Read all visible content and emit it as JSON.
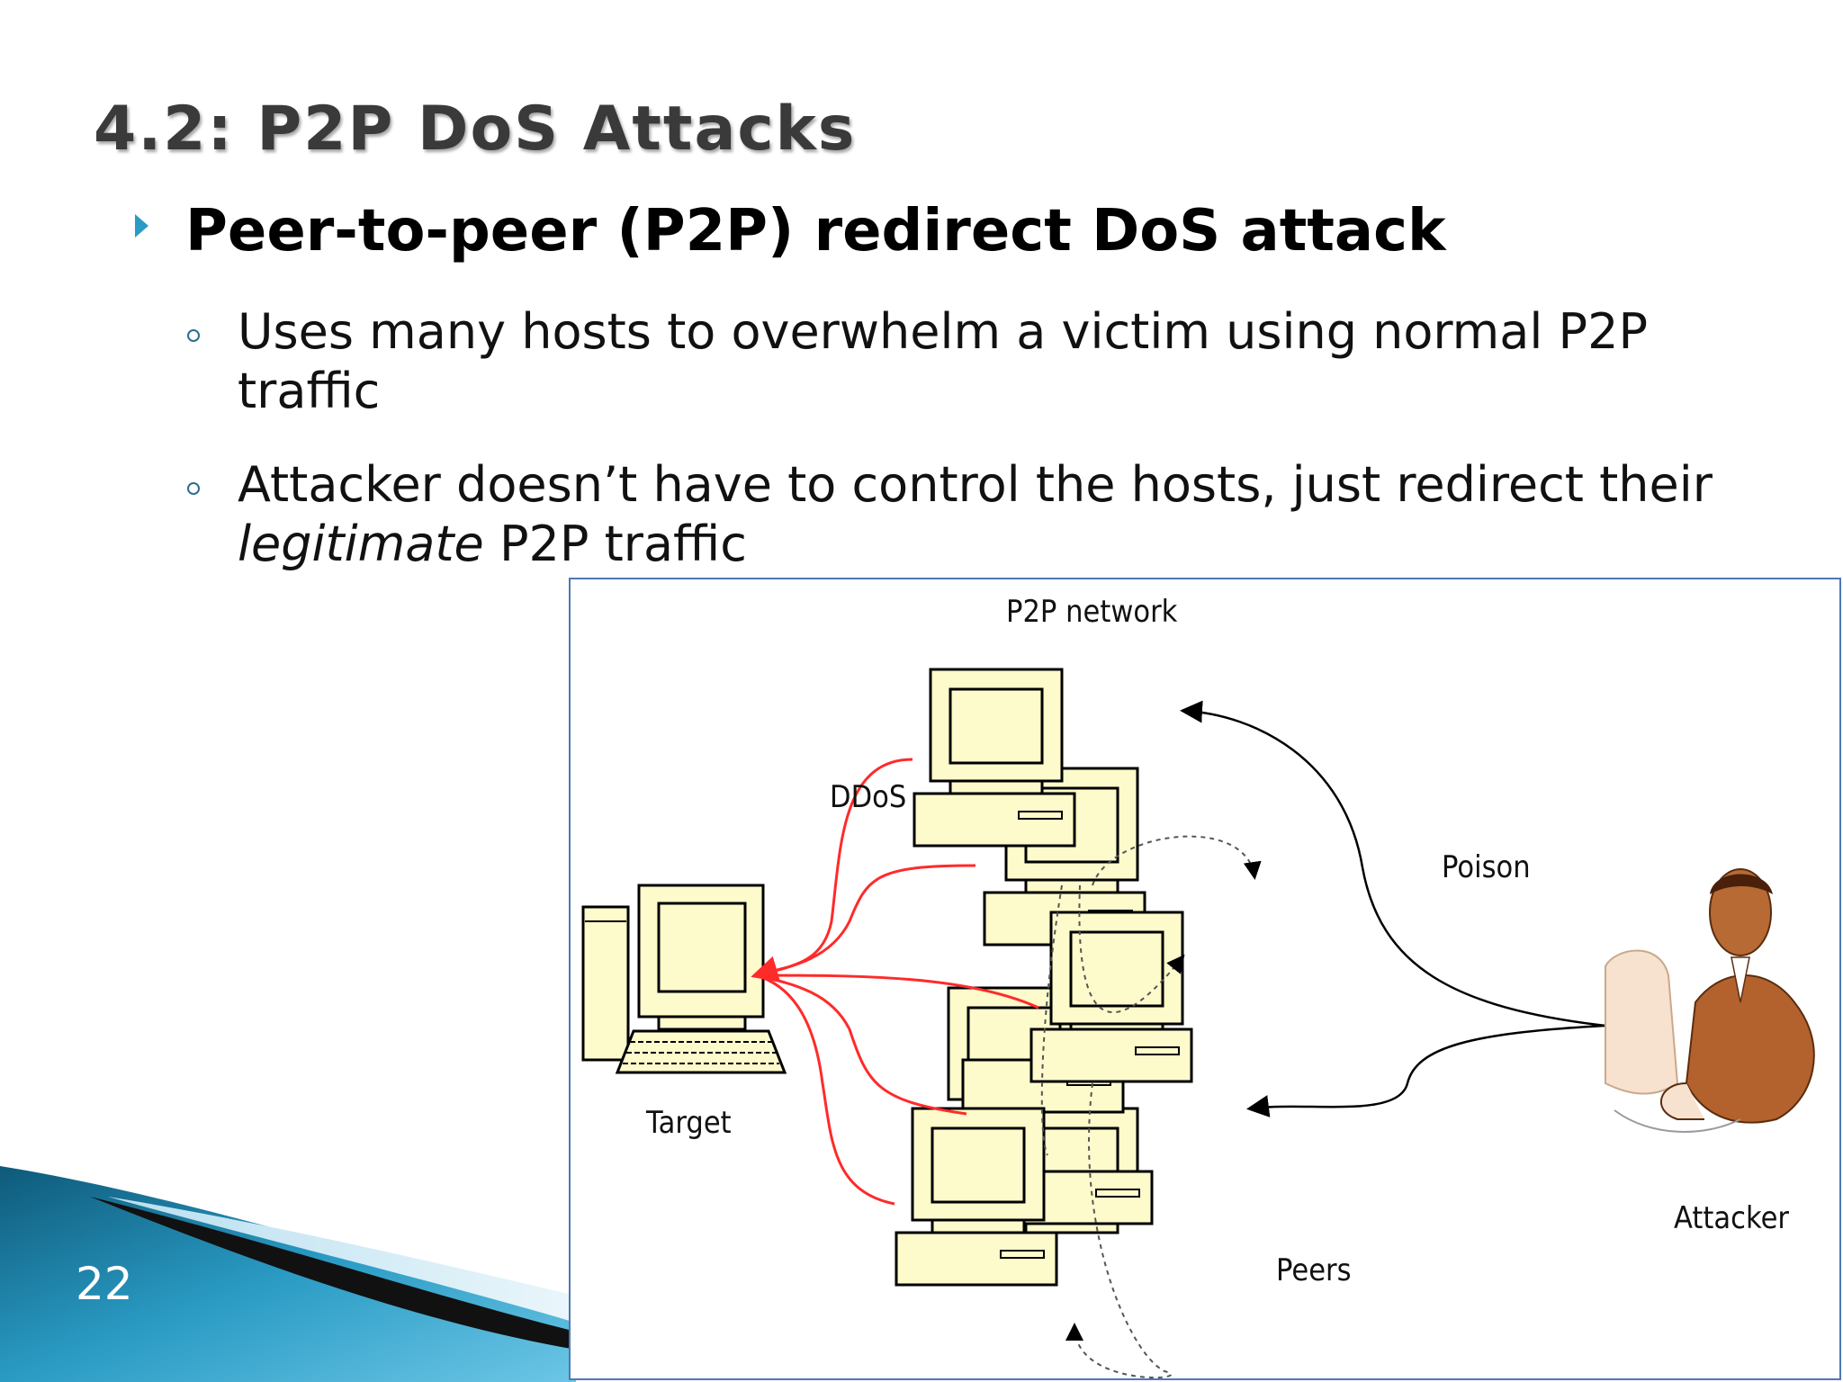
{
  "slide": {
    "title": "4.2: P2P DoS Attacks",
    "bullet": "Peer-to-peer (P2P) redirect DoS attack",
    "sub_bullets": [
      {
        "line1": "Uses many hosts to overwhelm a victim using normal P2P",
        "line2": "traffic"
      },
      {
        "line1": "Attacker doesn’t have to control the hosts, just redirect their",
        "line2_italic": "legitimate",
        "line2_rest": " P2P traffic"
      }
    ],
    "slide_number": "22"
  },
  "diagram": {
    "network_label": "P2P network",
    "ddos_label": "DDoS",
    "poison_label": "Poison",
    "target_label": "Target",
    "peers_label": "Peers",
    "attacker_label": "Attacker"
  },
  "colors": {
    "accent": "#2a9bc4",
    "attack_line": "#ff2a2a",
    "computer_fill": "#fdfacb",
    "frame_border": "#4f77b5"
  }
}
